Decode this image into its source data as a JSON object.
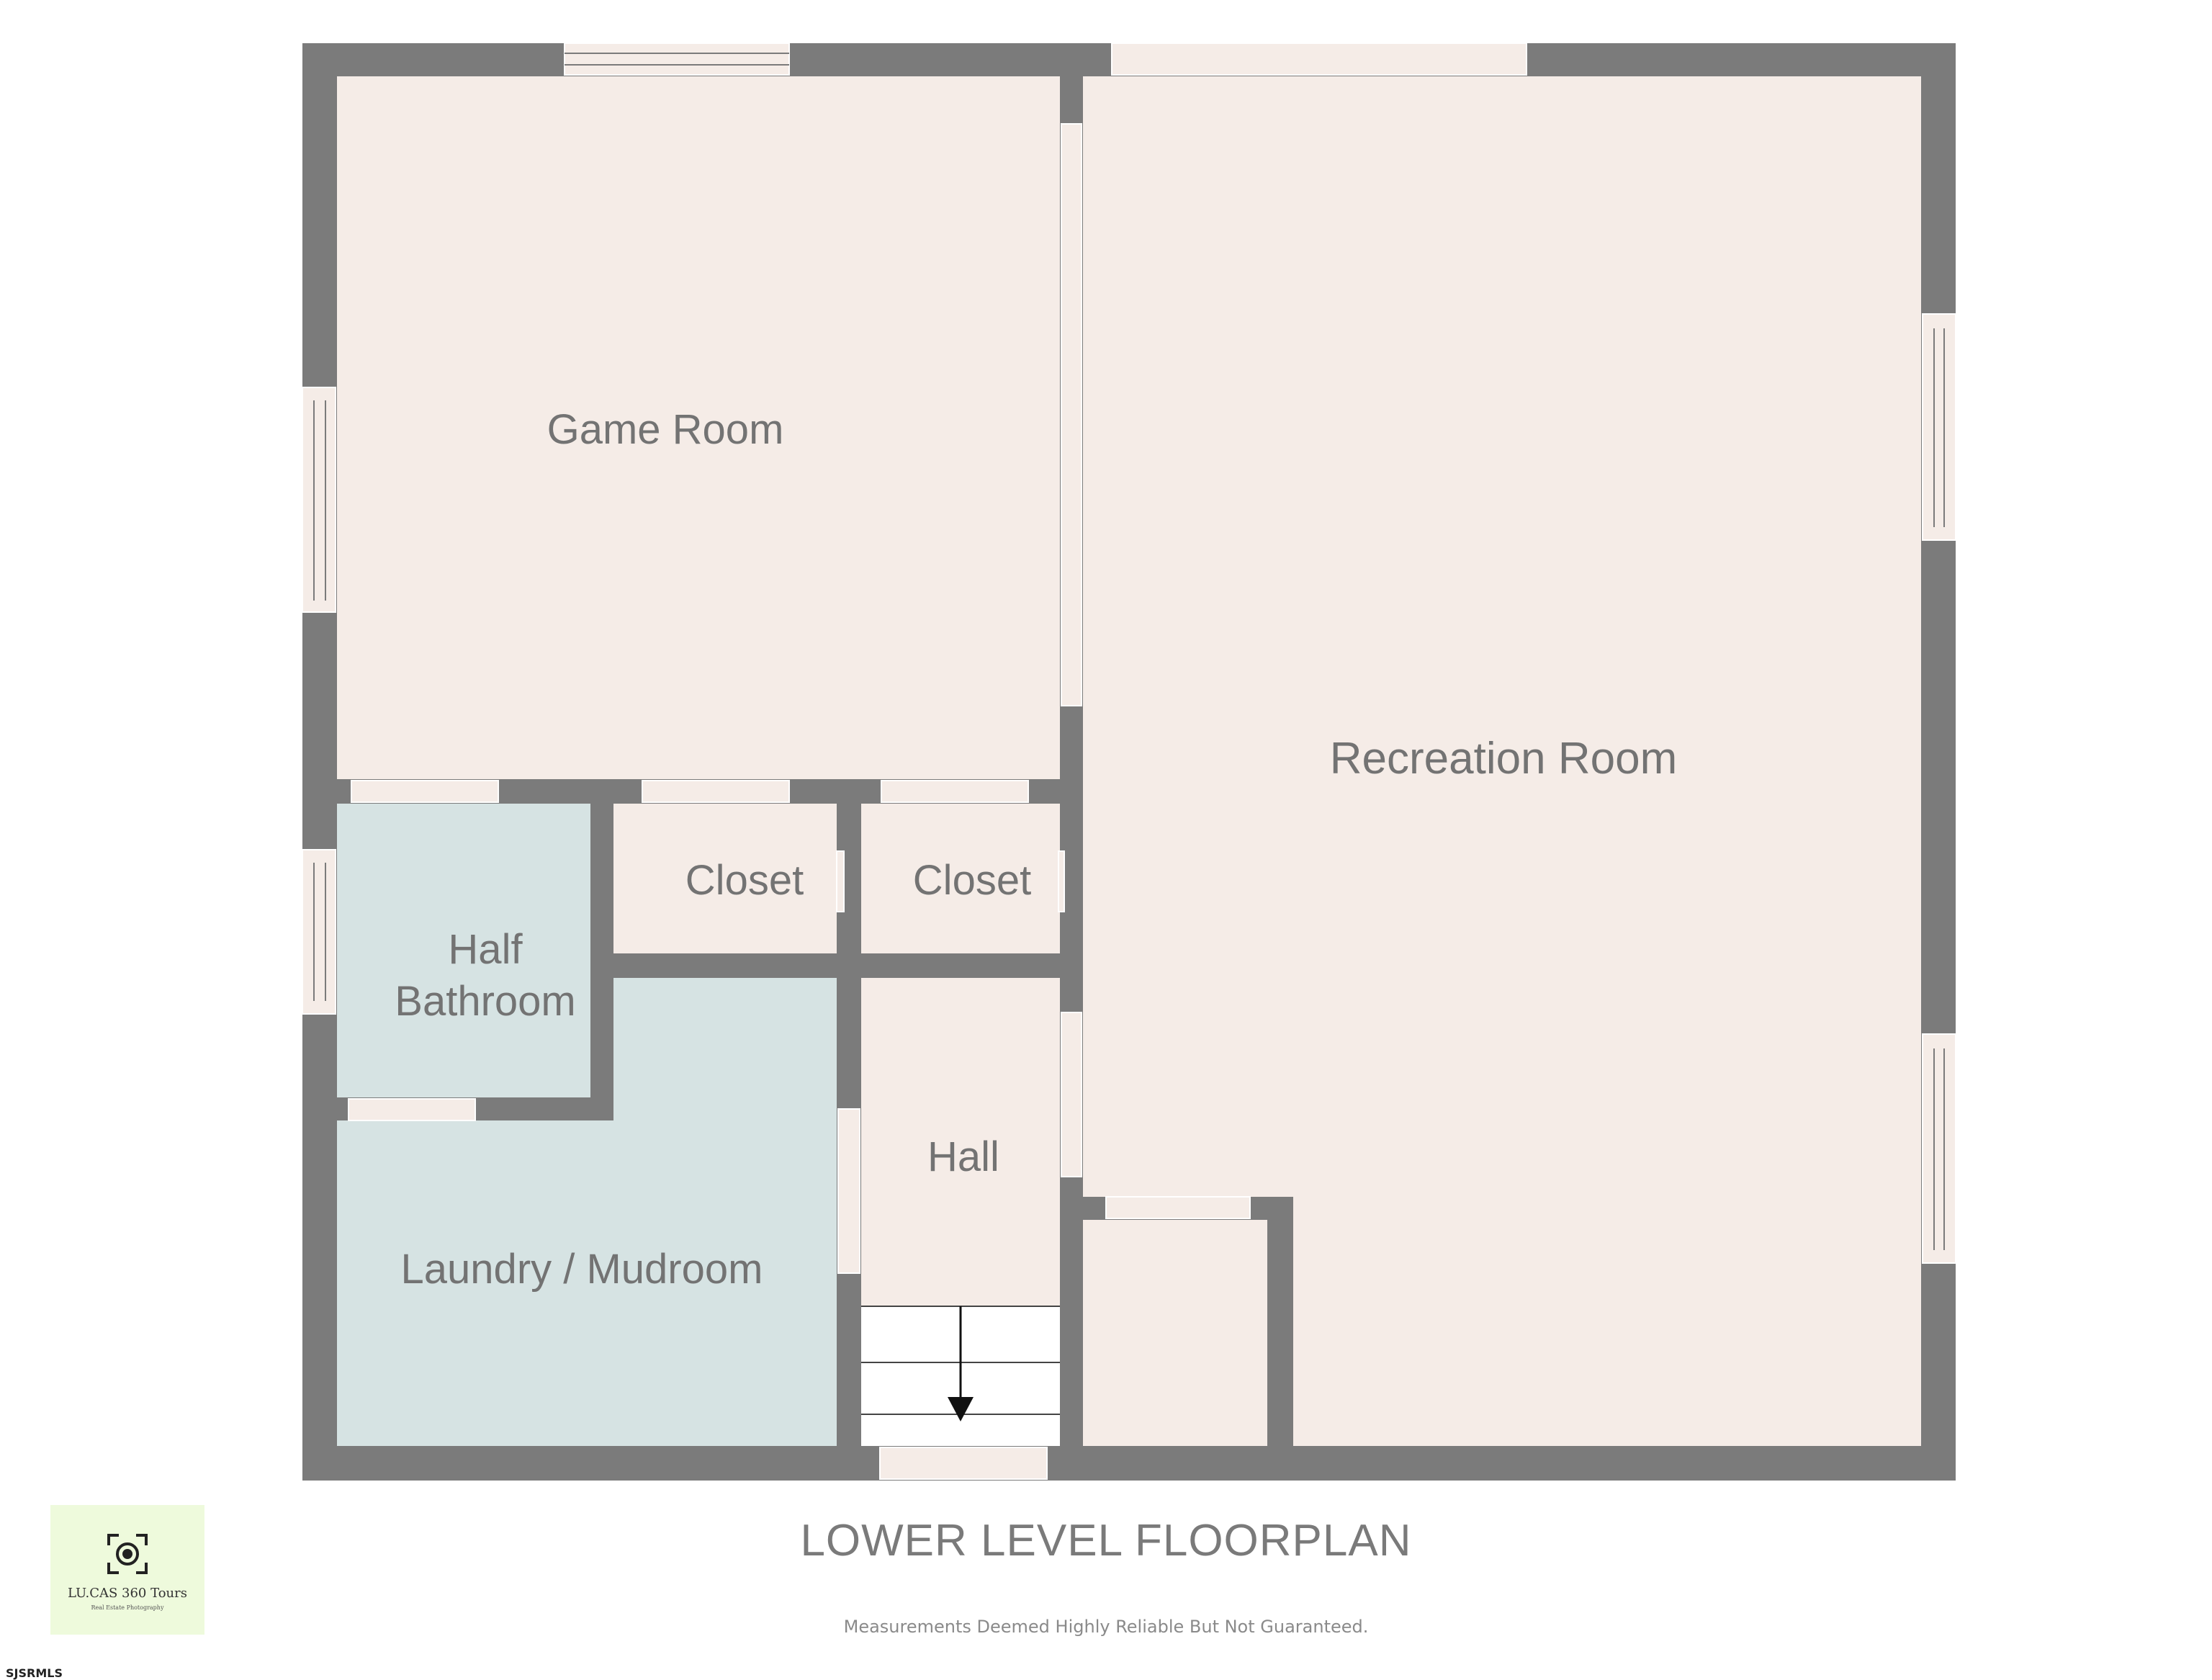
{
  "colors": {
    "wall": "#7b7b7b",
    "floor": "#f5ece7",
    "wet_floor": "#d6e3e3",
    "window_fill": "#f5ece7",
    "label_text": "#737373"
  },
  "rooms": {
    "game_room": "Game Room",
    "recreation_room": "Recreation Room",
    "closet_left": "Closet",
    "closet_right": "Closet",
    "half_bath_line1": "Half",
    "half_bath_line2": "Bathroom",
    "laundry": "Laundry / Mudroom",
    "hall": "Hall"
  },
  "footer": {
    "title": "LOWER LEVEL FLOORPLAN",
    "disclaimer": "Measurements Deemed Highly Reliable But Not Guaranteed."
  },
  "logo": {
    "name": "LU.CAS 360 Tours",
    "tagline": "Real Estate Photography",
    "icon": "camera-aperture-icon"
  },
  "source_tag": "SJSRMLS"
}
